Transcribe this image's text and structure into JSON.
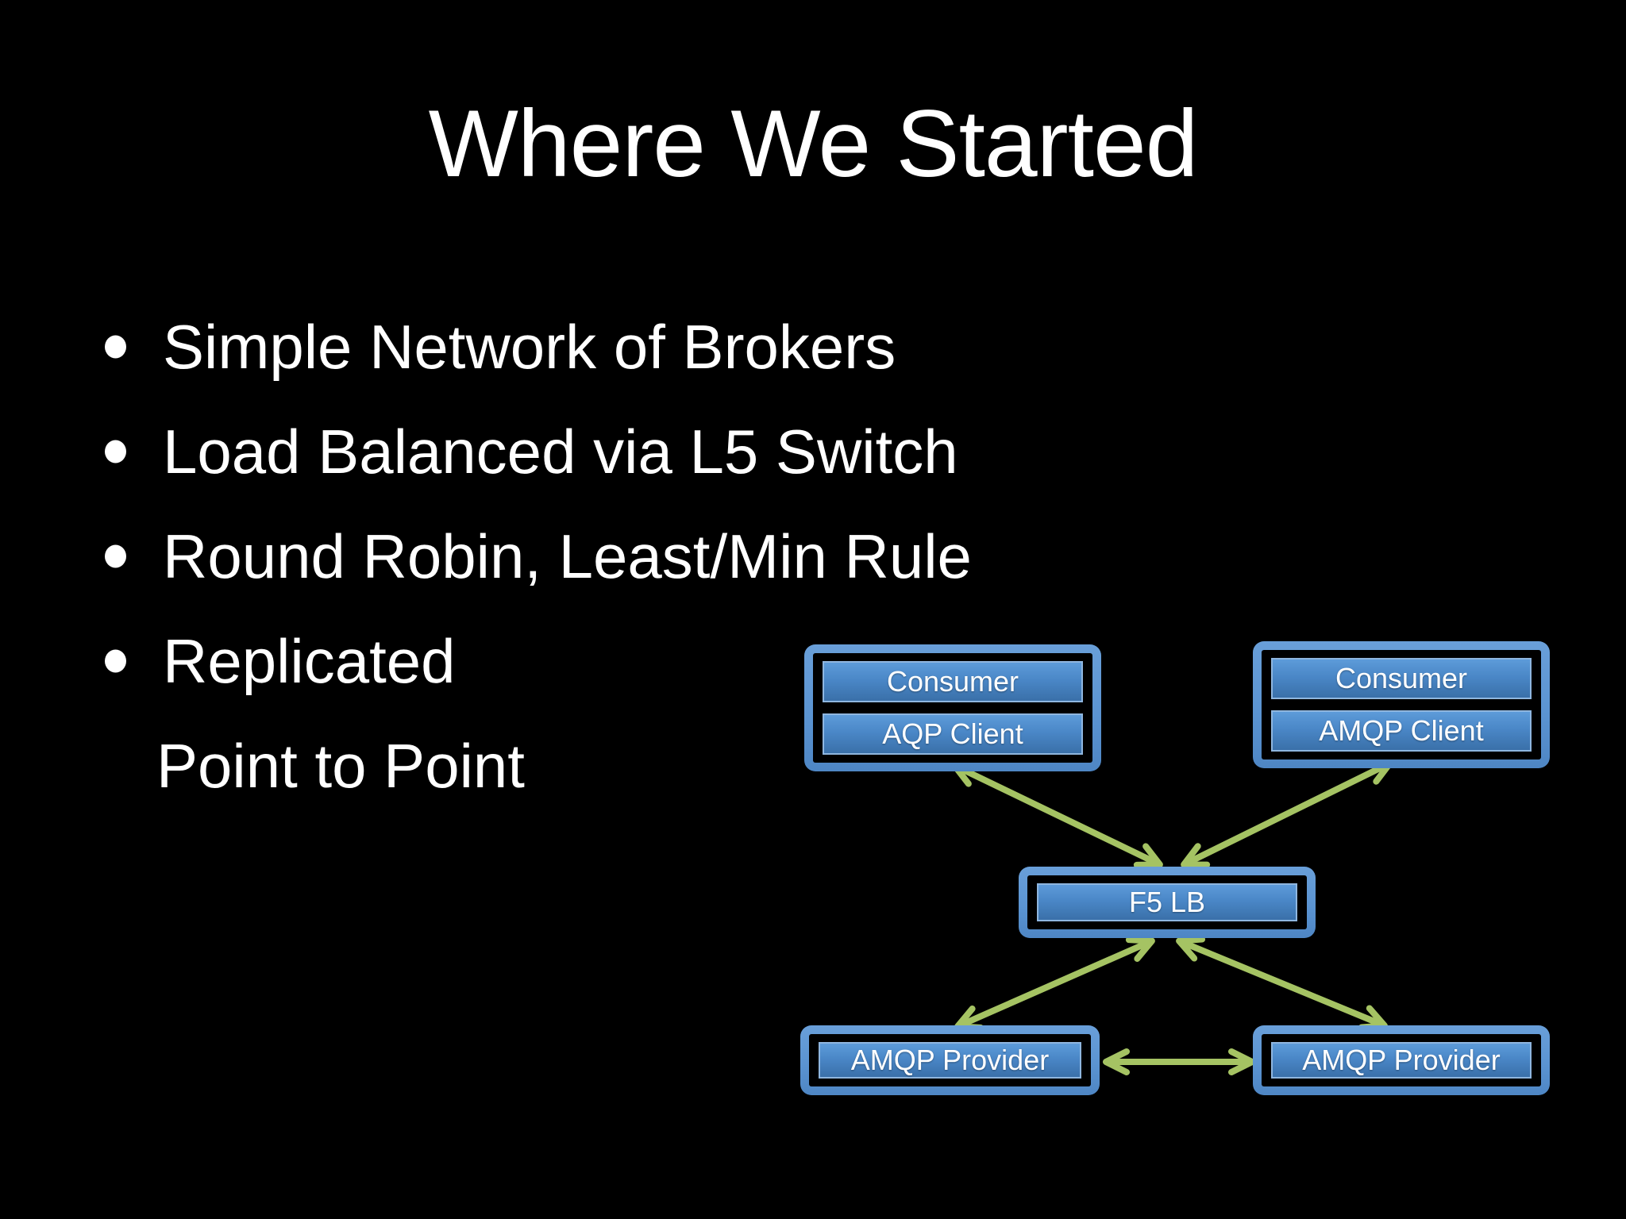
{
  "slide": {
    "title": "Where We Started",
    "bullets": [
      {
        "text": "Simple Network of Brokers",
        "bullet": true
      },
      {
        "text": "Load Balanced via L5 Switch",
        "bullet": true
      },
      {
        "text": "Round Robin, Least/Min Rule",
        "bullet": true
      },
      {
        "text": "Replicated",
        "bullet": true
      },
      {
        "text": "Point to Point",
        "bullet": false
      }
    ]
  },
  "diagram": {
    "nodes": {
      "consumer_left": {
        "lines": [
          "Consumer",
          "AQP Client"
        ]
      },
      "consumer_right": {
        "lines": [
          "Consumer",
          "AMQP Client"
        ]
      },
      "f5": {
        "lines": [
          "F5 LB"
        ]
      },
      "provider_left": {
        "lines": [
          "AMQP Provider"
        ]
      },
      "provider_right": {
        "lines": [
          "AMQP Provider"
        ]
      }
    },
    "arrows": [
      {
        "from": "consumer_left",
        "to": "f5",
        "bidirectional": true
      },
      {
        "from": "consumer_right",
        "to": "f5",
        "bidirectional": true
      },
      {
        "from": "f5",
        "to": "provider_left",
        "bidirectional": true
      },
      {
        "from": "f5",
        "to": "provider_right",
        "bidirectional": true
      },
      {
        "from": "provider_left",
        "to": "provider_right",
        "bidirectional": true
      }
    ],
    "colors": {
      "frame_blue": "#5B94D2",
      "bar_top": "#5D9BD9",
      "bar_bottom": "#3A70A9",
      "bar_border": "#8FB6DF",
      "arrow_green": "#A5C363",
      "background": "#000000",
      "text": "#FFFFFF"
    }
  }
}
